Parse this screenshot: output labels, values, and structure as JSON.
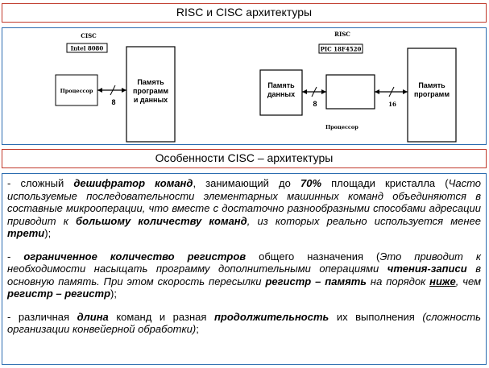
{
  "slide": {
    "title_top": "RISC  и  CISC архитектуры",
    "title_mid": "Особенности CISC – архитектуры"
  },
  "cisc_diagram": {
    "label": "CISC",
    "chip": "Intel 8080",
    "processor": "Процессор",
    "bus_width": "8",
    "memory_line1": "Память",
    "memory_line2": "программ",
    "memory_line3": "и данных"
  },
  "risc_diagram": {
    "label": "RISC",
    "chip": "PIC 18F4520",
    "data_mem_line1": "Память",
    "data_mem_line2": "данных",
    "bus_left": "8",
    "bus_right": "16",
    "processor_caption": "Процессор",
    "prog_mem_line1": "Память",
    "prog_mem_line2": "программ"
  },
  "para1": {
    "t1": "- сложный ",
    "b1": "дешифратор команд",
    "t2": ", занимающий до ",
    "b2": "70%",
    "t3": " площади кристалла (",
    "i1": "Часто используемые последовательности элементарных машинных команд объединяются в составные микрооперации, что вместе с достаточно разнообразными способами адресации приводит к",
    "b3": "  большому количеству команд",
    "i2": ", из которых реально используется менее ",
    "b4": "трети",
    "t4": ");"
  },
  "para2": {
    "t1": "- ",
    "b1": "ограниченное количество регистров",
    "t2": " общего назначения (",
    "i1": "Это приводит к необходимости насыщать программу дополнительными операциями ",
    "b2": "чтения-записи",
    "i2": " в основную память. При этом скорость пересылки ",
    "b3": " регистр – память",
    "i3": " на порядок ",
    "b4": "ниже",
    "i4": ", чем ",
    "b5": "регистр – регистр",
    "t3": ");"
  },
  "para3": {
    "t1": "- различная ",
    "b1": "длина",
    "t2": " команд и разная ",
    "b2": "продолжительность",
    "t3": "   их выполнения ",
    "i1": "(сложность организации конвейерной обработки)",
    "t4": ";"
  },
  "colors": {
    "title_border": "#c0392b",
    "panel_border": "#2b6cb0"
  }
}
